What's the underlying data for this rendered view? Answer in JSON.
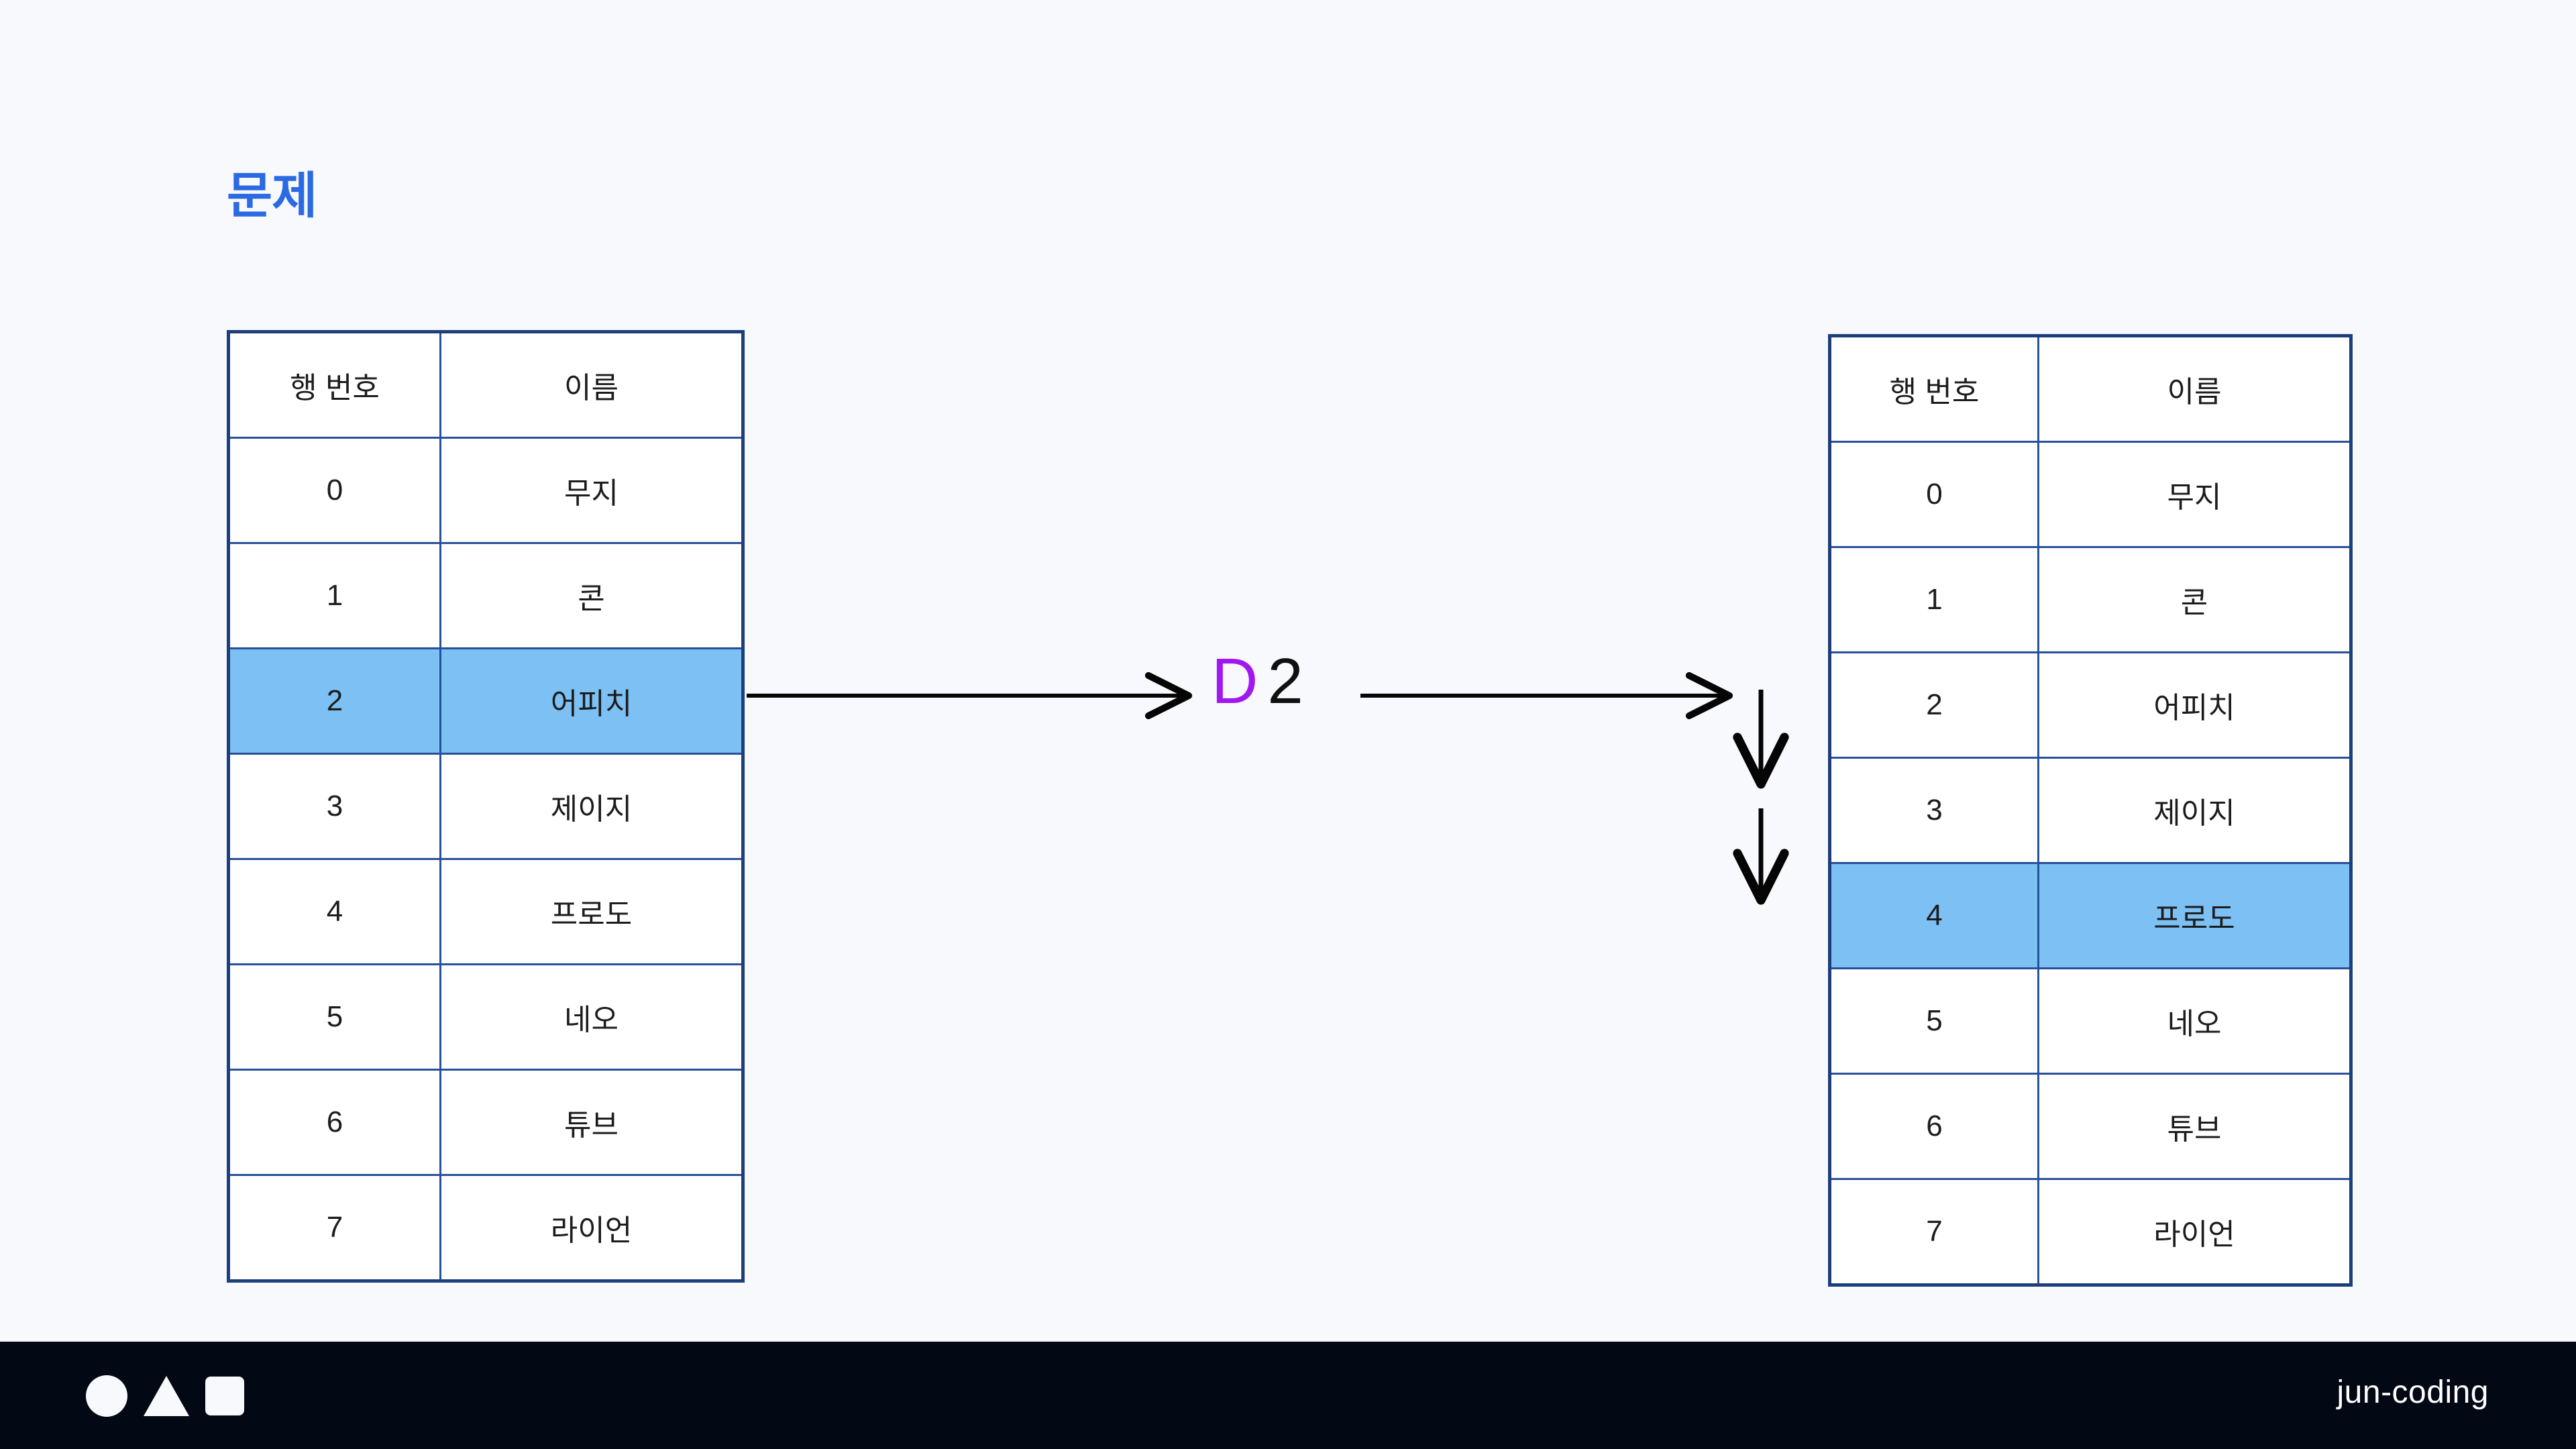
{
  "slide": {
    "title": "문제",
    "title_color": "#2b6ae3",
    "background_color": "#f7f9fd"
  },
  "tables": {
    "columns": [
      "행 번호",
      "이름"
    ],
    "left": {
      "name": "before-table",
      "highlight_row_index": 2,
      "rows": [
        {
          "index": "0",
          "name": "무지"
        },
        {
          "index": "1",
          "name": "콘"
        },
        {
          "index": "2",
          "name": "어피치"
        },
        {
          "index": "3",
          "name": "제이지"
        },
        {
          "index": "4",
          "name": "프로도"
        },
        {
          "index": "5",
          "name": "네오"
        },
        {
          "index": "6",
          "name": "튜브"
        },
        {
          "index": "7",
          "name": "라이언"
        }
      ]
    },
    "right": {
      "name": "after-table",
      "highlight_row_index": 4,
      "rows": [
        {
          "index": "0",
          "name": "무지"
        },
        {
          "index": "1",
          "name": "콘"
        },
        {
          "index": "2",
          "name": "어피치"
        },
        {
          "index": "3",
          "name": "제이지"
        },
        {
          "index": "4",
          "name": "프로도"
        },
        {
          "index": "5",
          "name": "네오"
        },
        {
          "index": "6",
          "name": "튜브"
        },
        {
          "index": "7",
          "name": "라이언"
        }
      ]
    },
    "highlight_color": "#7cc0f4",
    "border_color": "#27509a"
  },
  "transform": {
    "command_key": "D",
    "command_count": "2",
    "command_key_color": "#a018ef",
    "command_count_color": "#101010"
  },
  "footer": {
    "brand": "jun-coding",
    "background_color": "#020814",
    "shapes": [
      "circle-icon",
      "triangle-icon",
      "square-icon"
    ]
  }
}
